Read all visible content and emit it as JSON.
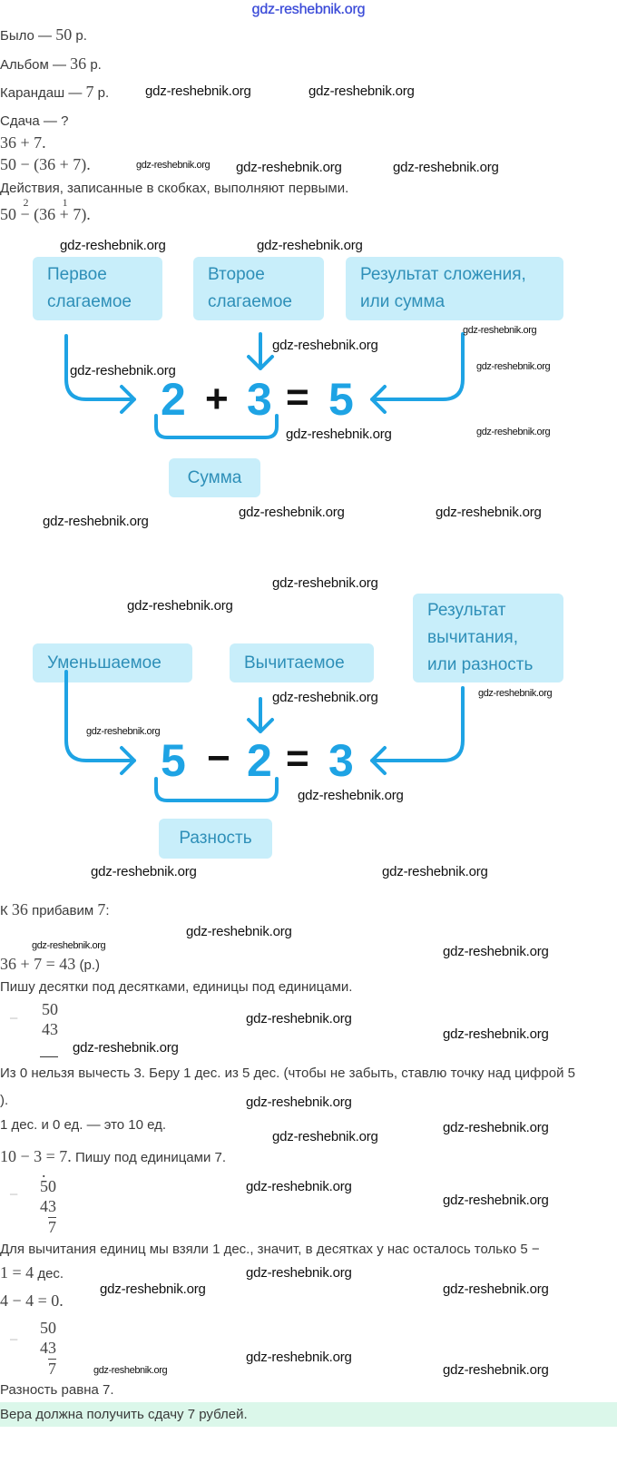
{
  "watermark": "gdz-reshebnik.org",
  "given": {
    "l1_text": "Было — ",
    "l1_num": "50",
    "l1_unit": " р.",
    "l2_text": "Альбом — ",
    "l2_num": "36",
    "l2_unit": " р.",
    "l3_text": "Карандаш — ",
    "l3_num": "7",
    "l3_unit": " р.",
    "l4": "Сдача — ?"
  },
  "expr1": "36 + 7.",
  "expr2": "50 − (36 + 7).",
  "rule": "Действия, записанные в скобках, выполняют первыми.",
  "order_expr": {
    "a": "50 ",
    "op1": "−",
    "op1_order": "2",
    "mid": " (36 ",
    "op2": "+",
    "op2_order": "1",
    "end": " 7)."
  },
  "diagram_addition": {
    "box1": [
      "Первое",
      "слагаемое"
    ],
    "box2": [
      "Второе",
      "слагаемое"
    ],
    "box3": [
      "Результат сложения,",
      "или сумма"
    ],
    "n1": "2",
    "op": "+",
    "n2": "3",
    "eq": "=",
    "result": "5",
    "bracket_label": "Сумма",
    "accent": "#1ea3e4",
    "box_color": "#c8eefa"
  },
  "diagram_subtraction": {
    "box1": "Уменьшаемое",
    "box2": "Вычитаемое",
    "box3": [
      "Результат",
      "вычитания,",
      "или разность"
    ],
    "n1": "5",
    "op": "−",
    "n2": "2",
    "eq": "=",
    "result": "3",
    "bracket_label": "Разность"
  },
  "solution": {
    "s1_a": "К ",
    "s1_b": "36",
    "s1_c": " прибавим ",
    "s1_d": "7",
    "s1_e": ":",
    "s2": "36 + 7 = 43",
    "s2_unit": " (р.)",
    "s3": "Пишу десятки под десятками, единицы под единицами.",
    "col_minus": "−",
    "col_top": "50",
    "col_bottom": "43",
    "col_result": "7",
    "col_dot": ".",
    "s4": "Из 0 нельзя вычесть 3. Беру 1 дес. из 5 дес. (чтобы не забыть, ставлю точку над цифрой 5",
    "s4b": ").",
    "s5": "1 дес. и 0 ед. — это 10 ед.",
    "s6": "10 − 3 = 7.",
    "s6b": " Пишу под единицами 7.",
    "s7": "Для вычитания единиц мы взяли 1 дес., значит, в десятках у нас осталось только 5 −",
    "s8": "1 = 4",
    "s8b": " дес.",
    "s9": "4 − 4 = 0.",
    "s10": "Разность равна 7.",
    "answer": "Вера должна получить сдачу 7 рублей.",
    "answer_bg": "#dbf7ea"
  }
}
